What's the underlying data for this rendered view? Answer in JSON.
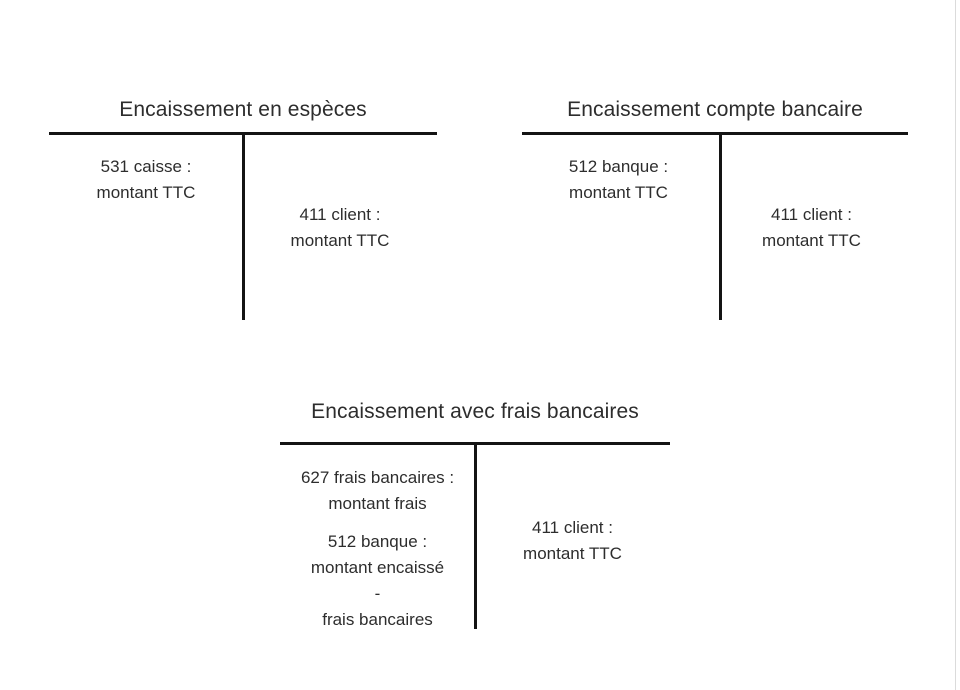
{
  "colors": {
    "text": "#2d2d2d",
    "line": "#141414",
    "page_edge": "#dbdbdb"
  },
  "accounts": [
    {
      "title": "Encaissement en espèces",
      "debit": [
        "531 caisse :",
        "montant TTC"
      ],
      "credit": [
        "411 client :",
        "montant TTC"
      ]
    },
    {
      "title": "Encaissement compte bancaire",
      "debit": [
        "512 banque :",
        "montant TTC"
      ],
      "credit": [
        "411 client :",
        "montant TTC"
      ]
    },
    {
      "title": "Encaissement avec frais bancaires",
      "debit": [
        [
          "627 frais bancaires :",
          "montant frais"
        ],
        [
          "512 banque :",
          "montant encaissé",
          "-",
          "frais bancaires"
        ]
      ],
      "credit": [
        "411 client :",
        "montant TTC"
      ]
    }
  ]
}
